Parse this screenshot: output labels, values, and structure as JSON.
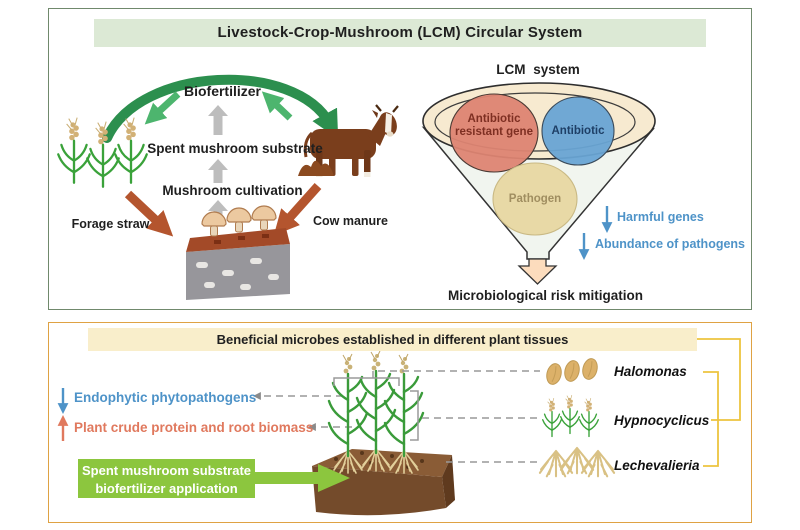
{
  "colors": {
    "c_arc": "#2c8f4e",
    "c_lgreen": "#4db56e",
    "c_brick": "#b4552e",
    "c_blue": "#4e93c8",
    "c_salmon": "#e0795e",
    "c_action": "#8cc63e",
    "c_gold": "#edc43f",
    "c_banner_green": "#dce9d5",
    "c_banner_cream": "#f9eecb",
    "c_panel1_border": "#70896c",
    "c_panel2_border": "#dfa243"
  },
  "top_panel": {
    "title": "Livestock-Crop-Mushroom (LCM) Circular System",
    "nodes": {
      "biofertilizer": "Biofertilizer",
      "spent_substrate": "Spent mushroom substrate",
      "mushroom_cultivation": "Mushroom cultivation",
      "forage_straw": "Forage straw",
      "cow_manure": "Cow manure"
    },
    "funnel": {
      "title": "LCM system",
      "bubble_resistant_gene": "Antibiotic resistant gene",
      "bubble_antibiotic": "Antibiotic",
      "bubble_pathogen": "Pathogen",
      "outcome_harmful_genes": "Harmful genes",
      "outcome_pathogens": "Abundance of pathogens",
      "result": "Microbiological risk mitigation"
    }
  },
  "bottom_panel": {
    "title": "Beneficial microbes established in different plant tissues",
    "effect_down": "Endophytic phytopathogens",
    "effect_up": "Plant crude protein and root biomass",
    "action_line1": "Spent mushroom substrate",
    "action_line2": "biofertilizer application",
    "microbes": {
      "seed": "Halomonas",
      "shoot": "Hypnocyclicus",
      "root": "Lechevalieria"
    }
  }
}
